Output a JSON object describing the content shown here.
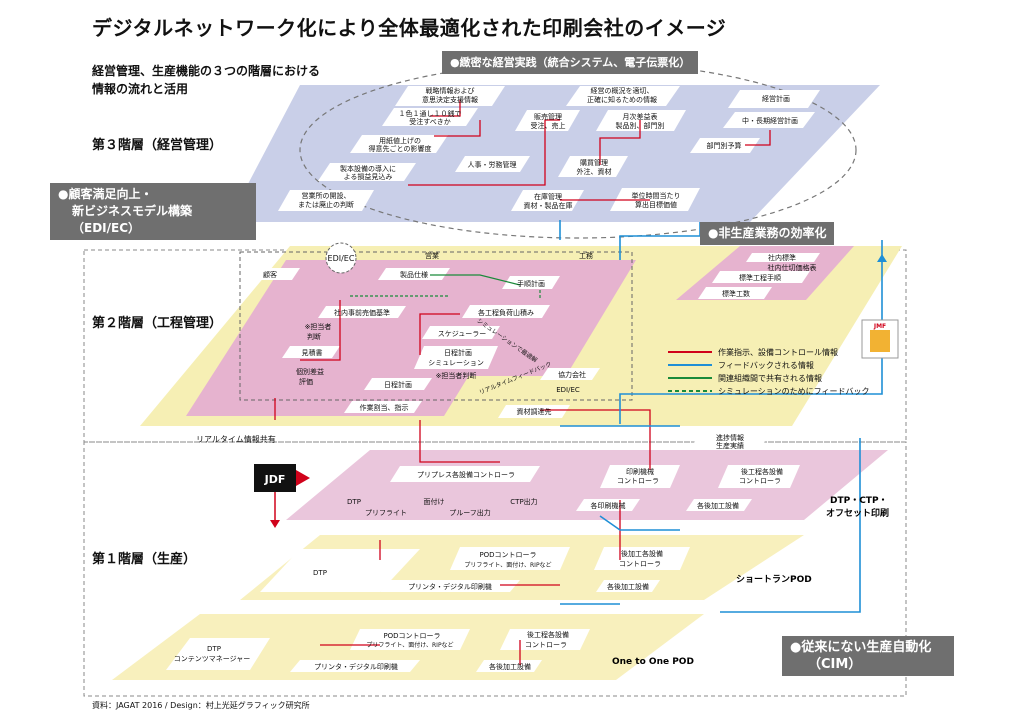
{
  "title": "デジタルネットワーク化により全体最適化された印刷会社のイメージ",
  "subtitle": [
    "経営管理、生産機能の３つの階層における",
    "情報の流れと活用"
  ],
  "tiers": {
    "tier3": "第３階層（経営管理）",
    "tier2": "第２階層（工程管理）",
    "tier1": "第１階層（生産）"
  },
  "callouts": {
    "mgmt": "●緻密な経営実践（統合システム、電子伝票化）",
    "customer": [
      "●顧客満足向上・",
      "新ビジネスモデル構築",
      "（EDI/EC）"
    ],
    "nonprod": "●非生産業務の効率化",
    "cim": [
      "●従来にない生産自動化",
      "（CIM）"
    ]
  },
  "tier3_boxes": [
    {
      "lines": [
        "戦略情報および",
        "意思決定支援情報"
      ]
    },
    {
      "lines": [
        "１色１通し１０銭で",
        "受注すべきか"
      ]
    },
    {
      "lines": [
        "用紙値上げの",
        "得意先ごとの影響度"
      ]
    },
    {
      "lines": [
        "製本設備の導入に",
        "よる損益見込み"
      ]
    },
    {
      "lines": [
        "営業所の開設、",
        "または廃止の判断"
      ]
    },
    {
      "lines": [
        "経営の概況を適切、",
        "正確に知るための情報"
      ]
    },
    {
      "lines": [
        "販売管理",
        "受注、売上"
      ]
    },
    {
      "lines": [
        "月次差益表",
        "製品別、部門別"
      ]
    },
    {
      "lines": [
        "人事・労務管理"
      ]
    },
    {
      "lines": [
        "購買管理",
        "外注、資材"
      ]
    },
    {
      "lines": [
        "在庫管理",
        "資材・製品在庫"
      ]
    },
    {
      "lines": [
        "単位時間当たり",
        "算出目標価値"
      ]
    },
    {
      "lines": [
        "経営計画"
      ]
    },
    {
      "lines": [
        "中・長期経営計画"
      ]
    },
    {
      "lines": [
        "部門別予算"
      ]
    }
  ],
  "tier2_boxes": {
    "edi_ec_circle": "EDI/EC",
    "kokyaku": "顧客",
    "eigyo": "営業",
    "komu": "工務",
    "seihin_shiyo": "製品仕様",
    "tejun_keikaku": "手順計画",
    "shanai_kijun": "社内事前売価基準",
    "kakukotei": "各工程負荷山積み",
    "tanto_hand": [
      "※担当者",
      "判断"
    ],
    "schedular": "スケジューラー",
    "mitsumori": "見積書",
    "nittei_sim": [
      "日程計画",
      "シミュレーション"
    ],
    "tanto2": "※担当者判断",
    "kobetsu": [
      "個別差益",
      "評価"
    ],
    "nittei": "日程計画",
    "sagyo": "作業割当、指示",
    "diag_text": "シミュレーションで最適解",
    "diag_text2": "リアルタイムフィードバック",
    "kyoryoku": "協力会社",
    "edi_ec": "EDI/EC",
    "shizai": "資材調達先",
    "shanai_hyojun": "社内標準",
    "shanai_shikiri": "社内仕切価格表",
    "hyojun_kotei": "標準工程手順",
    "hyojun_kosu": "標準工数",
    "realtime": "リアルタイム情報共有"
  },
  "legend": [
    {
      "label": "作業指示、設備コントロール情報",
      "color": "#d0021b",
      "dashed": false
    },
    {
      "label": "フィードバックされる情報",
      "color": "#1f8fd6",
      "dashed": false
    },
    {
      "label": "関連組織間で共有される情報",
      "color": "#1a8a3a",
      "dashed": false
    },
    {
      "label": "シミュレーションのためにフィードバック",
      "color": "#1a8a3a",
      "dashed": true
    }
  ],
  "tier1a": {
    "shinchoku": [
      "進捗情報",
      "生産実績"
    ],
    "prepress": "プリプレス各設備コントローラ",
    "insatsu_kiki": [
      "印刷機械",
      "コントローラ"
    ],
    "atokako": [
      "後工程各設備",
      "コントローラ"
    ],
    "dtp": "DTP",
    "menzuke": "面付け",
    "ctp": "CTP出力",
    "preflight": "プリフライト",
    "proof": "プルーフ出力",
    "kaku_insatsu": "各印刷機械",
    "kaku_kako": "各後加工設備",
    "label": [
      "DTP・CTP・",
      "オフセット印刷"
    ]
  },
  "tier1b": {
    "dtp": "DTP",
    "pod": "PODコントローラ",
    "pod_sub": "プリフライト、面付け、RIPなど",
    "atokako": [
      "後加工各設備",
      "コントローラ"
    ],
    "printer": "プリンタ・デジタル印刷機",
    "kako": "各後加工設備",
    "label": "ショートランPOD"
  },
  "tier1c": {
    "dtp": [
      "DTP",
      "コンテンツマネージャー"
    ],
    "pod": "PODコントローラ",
    "pod_sub": "プリフライト、面付け、RIPなど",
    "atokako": [
      "後工程各設備",
      "コントローラ"
    ],
    "printer": "プリンタ・デジタル印刷機",
    "kako": "各後加工設備",
    "label": "One to One POD"
  },
  "jdf1": "JDF",
  "jdf2": "JMF",
  "source": "資料：JAGAT 2016 / Design：村上光延グラフィック研究所",
  "colors": {
    "tier3_plane": "#c9cfe8",
    "tier2_plane": "#f6efb4",
    "tier2_pink": "#e6b3cf",
    "tier1_pink": "#eac6dc",
    "tier1_yellow": "#f8f0bd",
    "red": "#d0021b",
    "blue": "#1f8fd6",
    "green": "#1a8a3a"
  }
}
